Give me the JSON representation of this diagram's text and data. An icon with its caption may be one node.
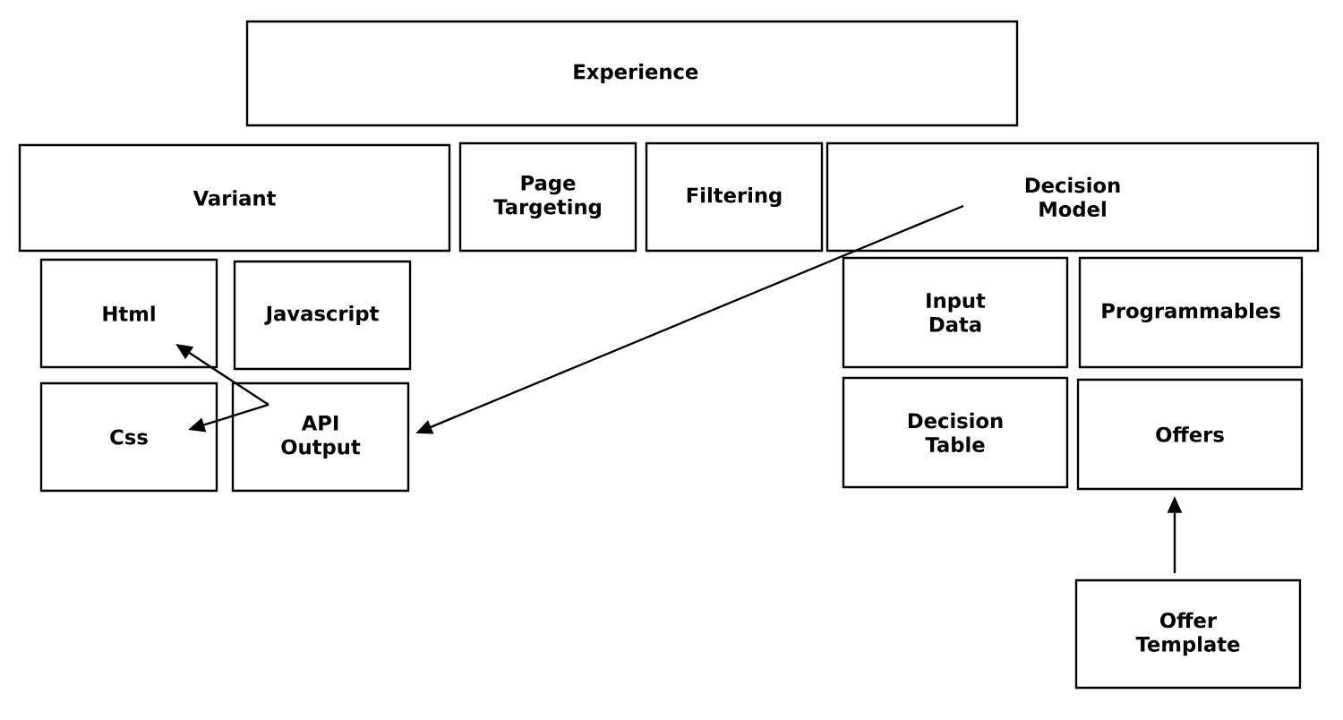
{
  "diagram": {
    "nodes": [
      {
        "text": [
          "Experience"
        ]
      },
      {
        "text": [
          "Variant"
        ]
      },
      {
        "text": [
          "Page Targeting"
        ]
      },
      {
        "text": [
          "Filtering"
        ]
      },
      {
        "text": [
          "Decision Model"
        ]
      },
      {
        "text": [
          "Html"
        ]
      },
      {
        "text": [
          "Javascript"
        ]
      },
      {
        "text": [
          "Input Data"
        ]
      },
      {
        "text": [
          "Programmables"
        ]
      },
      {
        "text": [
          "Css"
        ]
      },
      {
        "text": [
          "API Output"
        ]
      },
      {
        "text": [
          "Decision Table"
        ]
      },
      {
        "text": [
          "Offers"
        ]
      },
      {
        "text": [
          "Offer Template"
        ]
      }
    ],
    "edges": [
      {
        "from": 10,
        "to": 5,
        "arrow": "to"
      },
      {
        "from": 10,
        "to": 9,
        "arrow": "to"
      },
      {
        "from": 4,
        "to": 10,
        "arrow": "to"
      },
      {
        "from": 13,
        "to": 12,
        "arrow": "to"
      }
    ]
  }
}
